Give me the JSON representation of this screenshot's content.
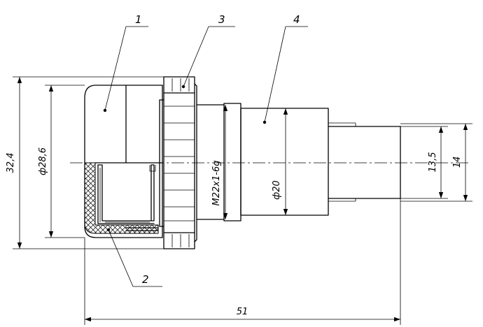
{
  "parts": [
    {
      "label": "1"
    },
    {
      "label": "2"
    },
    {
      "label": "3"
    },
    {
      "label": "4"
    }
  ],
  "dimensions": {
    "total_length": "51",
    "outer_diameter": "32,4",
    "body_diameter": "ф28,6",
    "thread": "M22x1-6g",
    "neck_diameter": "ф20",
    "tail_inner": "13,5",
    "tail_outer": "14"
  }
}
